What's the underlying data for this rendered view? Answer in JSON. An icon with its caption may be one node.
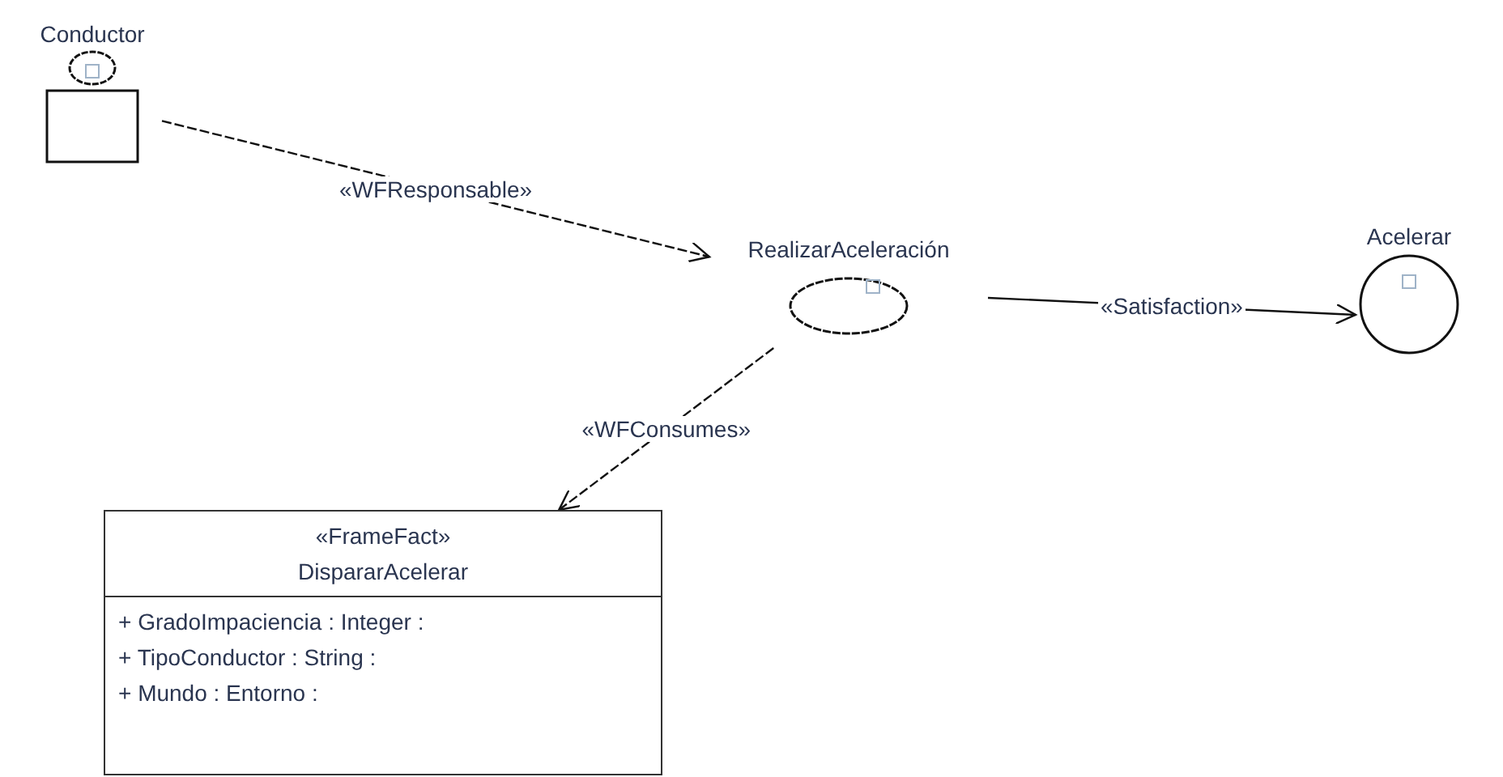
{
  "diagram": {
    "nodes": [
      {
        "text": [
          "Conductor"
        ]
      },
      {
        "text": [
          "RealizarAceleración"
        ]
      },
      {
        "text": [
          "Acelerar"
        ]
      },
      {
        "text": [
          "«FrameFact»",
          "DispararAcelerar",
          "+ GradoImpaciencia : Integer :",
          "+ TipoConductor : String :",
          "+ Mundo : Entorno :"
        ]
      }
    ],
    "edges": [
      {
        "from": 0,
        "to": 1,
        "arrow": "to",
        "label": "«WFResponsable»",
        "style": "dashed"
      },
      {
        "from": 1,
        "to": 2,
        "arrow": "to",
        "label": "«Satisfaction»"
      },
      {
        "from": 1,
        "to": 3,
        "arrow": "to",
        "label": "«WFConsumes»",
        "style": "dashed"
      }
    ]
  }
}
